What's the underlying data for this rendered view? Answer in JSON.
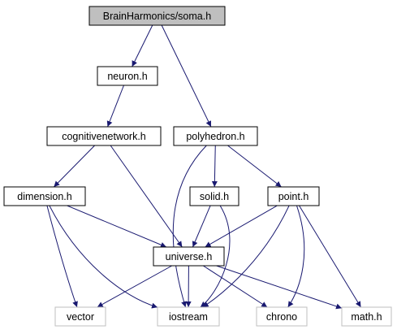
{
  "graph": {
    "colors": {
      "root_fill": "#bfbfbf",
      "node_fill": "#ffffff",
      "node_border": "#000000",
      "external_border": "#bfbfbf",
      "edge": "#191970"
    },
    "nodes": [
      {
        "id": "soma",
        "label": "BrainHarmonics/soma.h",
        "kind": "root"
      },
      {
        "id": "neuron",
        "label": "neuron.h",
        "kind": "file"
      },
      {
        "id": "cognitivenetwork",
        "label": "cognitivenetwork.h",
        "kind": "file"
      },
      {
        "id": "polyhedron",
        "label": "polyhedron.h",
        "kind": "file"
      },
      {
        "id": "dimension",
        "label": "dimension.h",
        "kind": "file"
      },
      {
        "id": "solid",
        "label": "solid.h",
        "kind": "file"
      },
      {
        "id": "point",
        "label": "point.h",
        "kind": "file"
      },
      {
        "id": "universe",
        "label": "universe.h",
        "kind": "file"
      },
      {
        "id": "vector",
        "label": "vector",
        "kind": "external"
      },
      {
        "id": "iostream",
        "label": "iostream",
        "kind": "external"
      },
      {
        "id": "chrono",
        "label": "chrono",
        "kind": "external"
      },
      {
        "id": "math",
        "label": "math.h",
        "kind": "external"
      }
    ],
    "edges": [
      {
        "from": "soma",
        "to": "neuron"
      },
      {
        "from": "soma",
        "to": "polyhedron"
      },
      {
        "from": "neuron",
        "to": "cognitivenetwork"
      },
      {
        "from": "cognitivenetwork",
        "to": "dimension"
      },
      {
        "from": "cognitivenetwork",
        "to": "universe"
      },
      {
        "from": "polyhedron",
        "to": "solid"
      },
      {
        "from": "polyhedron",
        "to": "point"
      },
      {
        "from": "polyhedron",
        "to": "iostream"
      },
      {
        "from": "dimension",
        "to": "universe"
      },
      {
        "from": "dimension",
        "to": "vector"
      },
      {
        "from": "dimension",
        "to": "iostream"
      },
      {
        "from": "solid",
        "to": "universe"
      },
      {
        "from": "solid",
        "to": "iostream"
      },
      {
        "from": "point",
        "to": "universe"
      },
      {
        "from": "point",
        "to": "iostream"
      },
      {
        "from": "point",
        "to": "chrono"
      },
      {
        "from": "point",
        "to": "math"
      },
      {
        "from": "universe",
        "to": "vector"
      },
      {
        "from": "universe",
        "to": "iostream"
      },
      {
        "from": "universe",
        "to": "chrono"
      },
      {
        "from": "universe",
        "to": "math"
      }
    ]
  }
}
